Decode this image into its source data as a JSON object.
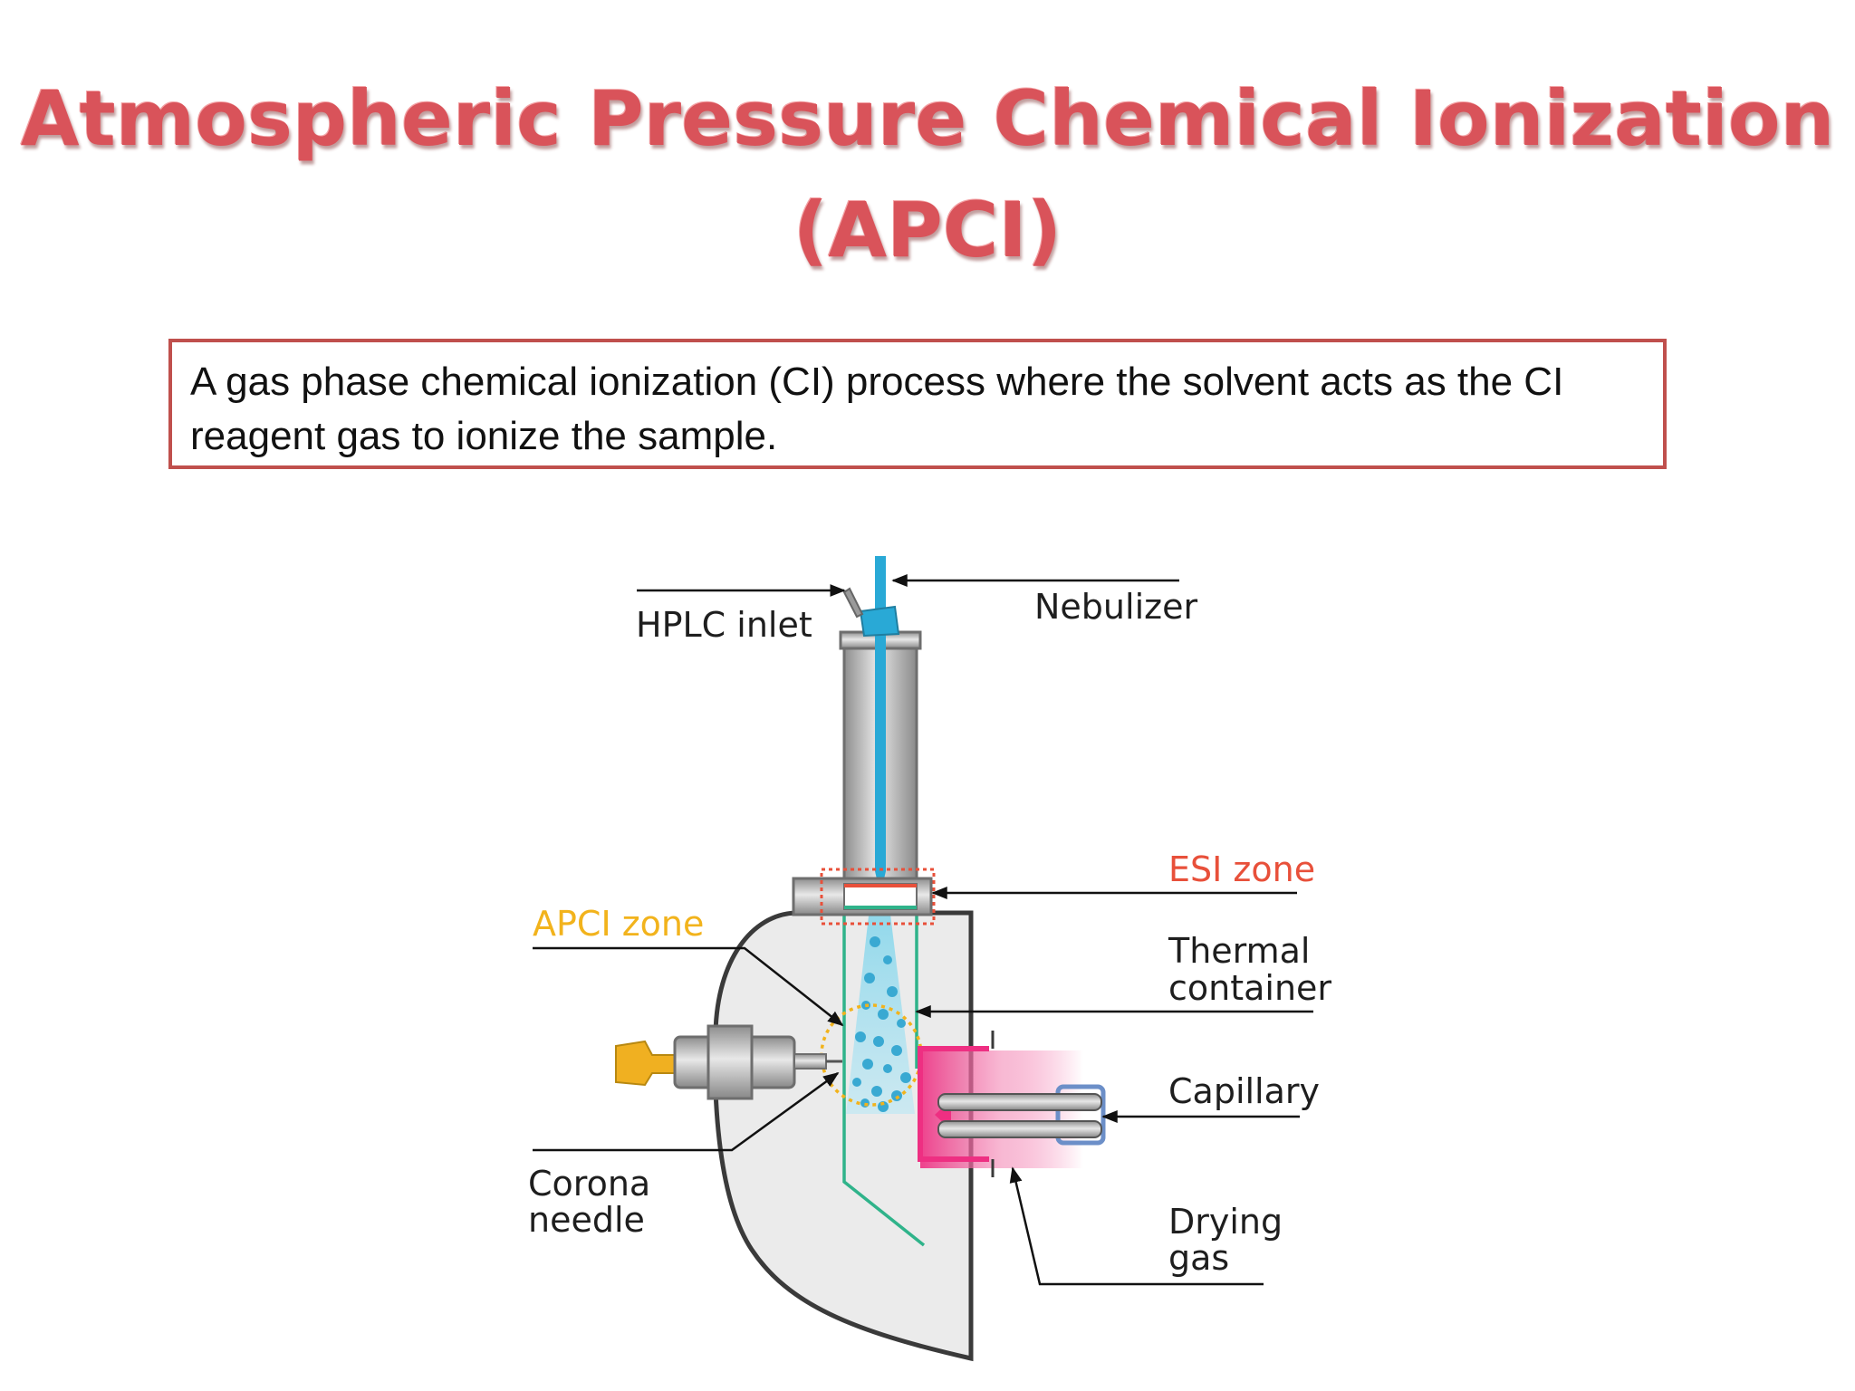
{
  "title": {
    "line1": "Atmospheric Pressure Chemical Ionization",
    "line2": "(APCI)"
  },
  "definition": "A gas phase chemical ionization (CI) process where the solvent acts as the CI reagent gas to ionize the sample.",
  "diagram": {
    "labels": {
      "hplc_inlet": "HPLC inlet",
      "nebulizer": "Nebulizer",
      "esi_zone": "ESI zone",
      "apci_zone": "APCI zone",
      "thermal_container_line1": "Thermal",
      "thermal_container_line2": "container",
      "capillary": "Capillary",
      "corona_needle_line1": "Corona",
      "corona_needle_line2": "needle",
      "drying_gas_line1": "Drying",
      "drying_gas_line2": "gas"
    },
    "colors": {
      "title": "#d9535a",
      "box_border": "#c0504d",
      "esi_zone": "#e8503a",
      "apci_zone": "#f2b31c",
      "nebulizer_tube": "#29a9d6",
      "thermal_container": "#2fb38a",
      "drying_gas": "#ee2f82",
      "capillary_outline": "#6c8fc8"
    }
  }
}
